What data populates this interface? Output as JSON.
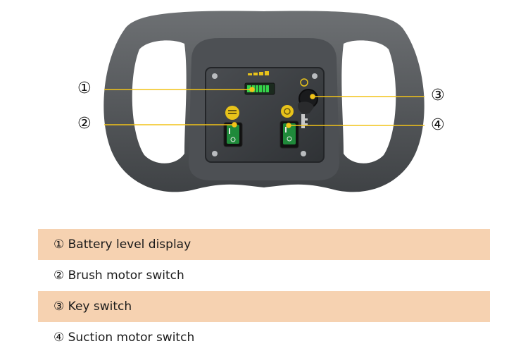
{
  "callouts": [
    {
      "marker": "①"
    },
    {
      "marker": "②"
    },
    {
      "marker": "③"
    },
    {
      "marker": "④"
    }
  ],
  "legend": [
    {
      "text": "① Battery level display"
    },
    {
      "text": "② Brush motor switch"
    },
    {
      "text": "③ Key switch"
    },
    {
      "text": "④ Suction motor switch"
    }
  ],
  "colors": {
    "leader_line": "#f2c318",
    "row_shade": "#f6d2b1",
    "handle": "#5a5d60",
    "panel": "#3f4246",
    "switch_green": "#1f8a3a",
    "battery_green": "#35d24a",
    "button_yellow": "#e8c31a"
  }
}
